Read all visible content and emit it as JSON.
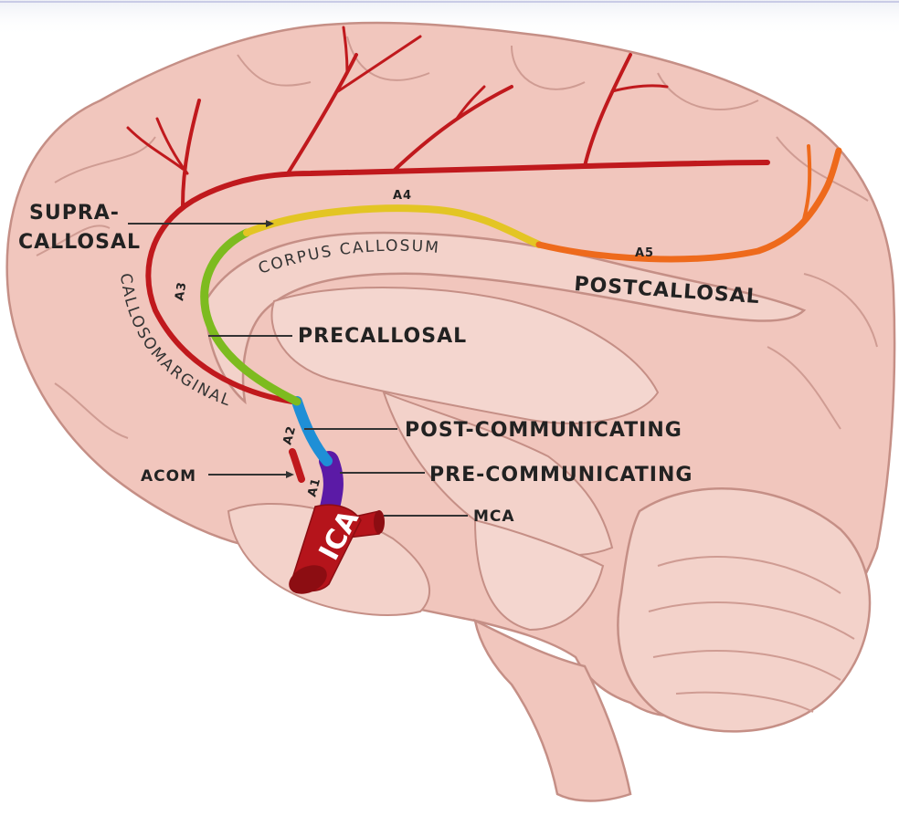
{
  "labels": {
    "supra_line1": "SUPRA-",
    "supra_line2": "CALLOSAL",
    "callosomarginal": "CALLOSOMARGINAL",
    "corpus_callosum": "CORPUS CALLOSUM",
    "postcallosal": "POSTCALLOSAL",
    "precallosal": "PRECALLOSAL",
    "post_communicating": "POST-COMMUNICATING",
    "pre_communicating": "PRE-COMMUNICATING",
    "acom": "ACOM",
    "mca": "MCA",
    "ica": "ICA"
  },
  "segments": {
    "a1": "A1",
    "a2": "A2",
    "a3": "A3",
    "a4": "A4",
    "a5": "A5"
  },
  "colors": {
    "brain_fill": "#f1c6bd",
    "brain_inner": "#f3d2ca",
    "artery_red": "#c0191d",
    "a1_purple": "#5b1aa6",
    "a2_blue": "#1f8fd6",
    "a3_green": "#7dbb1f",
    "a4_yellow": "#e3c524",
    "a5_orange": "#ee6a1c",
    "ica_red": "#b5141b"
  }
}
